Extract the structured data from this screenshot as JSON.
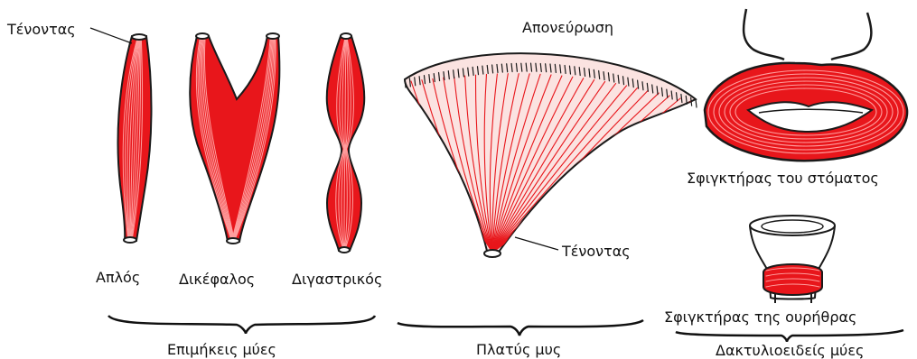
{
  "labels": {
    "tendon_top": "Τένοντας",
    "simple": "Απλός",
    "biceps": "Δικέφαλος",
    "digastric": "Διγαστρικός",
    "aponeurosis": "Απονεύρωση",
    "tendon_flat": "Τένοντας",
    "mouth_sphincter": "Σφιγκτήρας του στόματος",
    "urethral_sphincter": "Σφιγκτήρας της ουρήθρας"
  },
  "groups": {
    "longitudinal": "Επιμήκεις μύες",
    "flat": "Πλατύς μυς",
    "ring": "Δακτυλιοειδείς μύες"
  },
  "colors": {
    "muscle_fill": "#e8161b",
    "fiber": "#ff9e9e",
    "outline": "#1a1a1a",
    "flat_fill": "#fbe3e1",
    "flat_fiber": "#e8161b"
  }
}
